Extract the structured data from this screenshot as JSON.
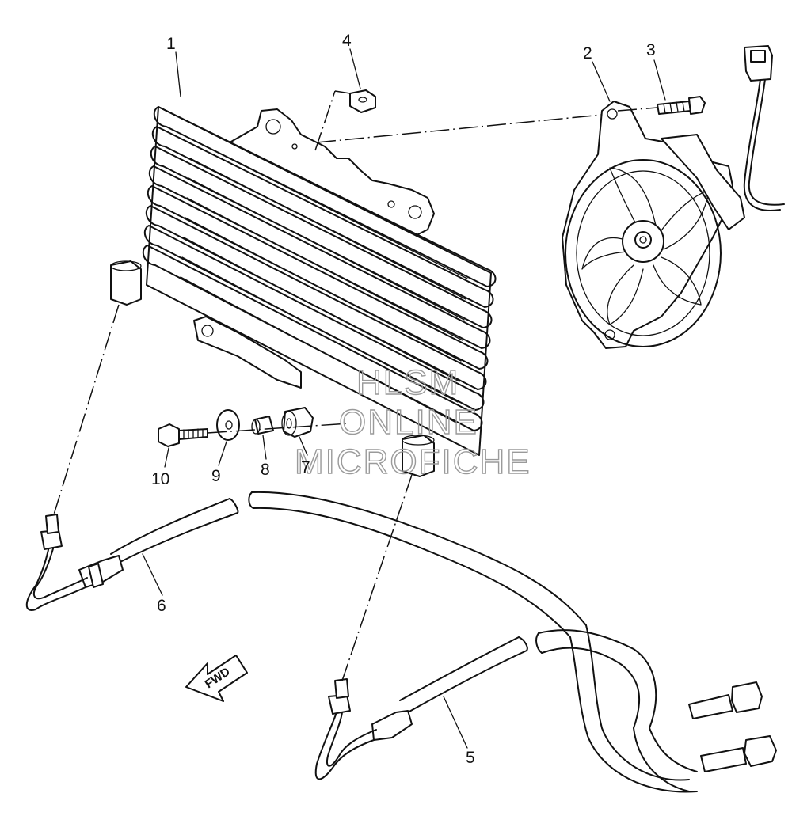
{
  "callouts": [
    {
      "id": "1",
      "label": "1"
    },
    {
      "id": "2",
      "label": "2"
    },
    {
      "id": "3",
      "label": "3"
    },
    {
      "id": "4",
      "label": "4"
    },
    {
      "id": "5",
      "label": "5"
    },
    {
      "id": "6",
      "label": "6"
    },
    {
      "id": "7",
      "label": "7"
    },
    {
      "id": "8",
      "label": "8"
    },
    {
      "id": "9",
      "label": "9"
    },
    {
      "id": "10",
      "label": "10"
    }
  ],
  "direction_arrow": {
    "label": "FWD"
  },
  "watermark": {
    "lines": [
      "HLSM",
      "ONLINE",
      "MICROFICHE"
    ]
  },
  "colors": {
    "line": "#111111",
    "background": "#ffffff",
    "watermark": "#9a9a9a"
  }
}
